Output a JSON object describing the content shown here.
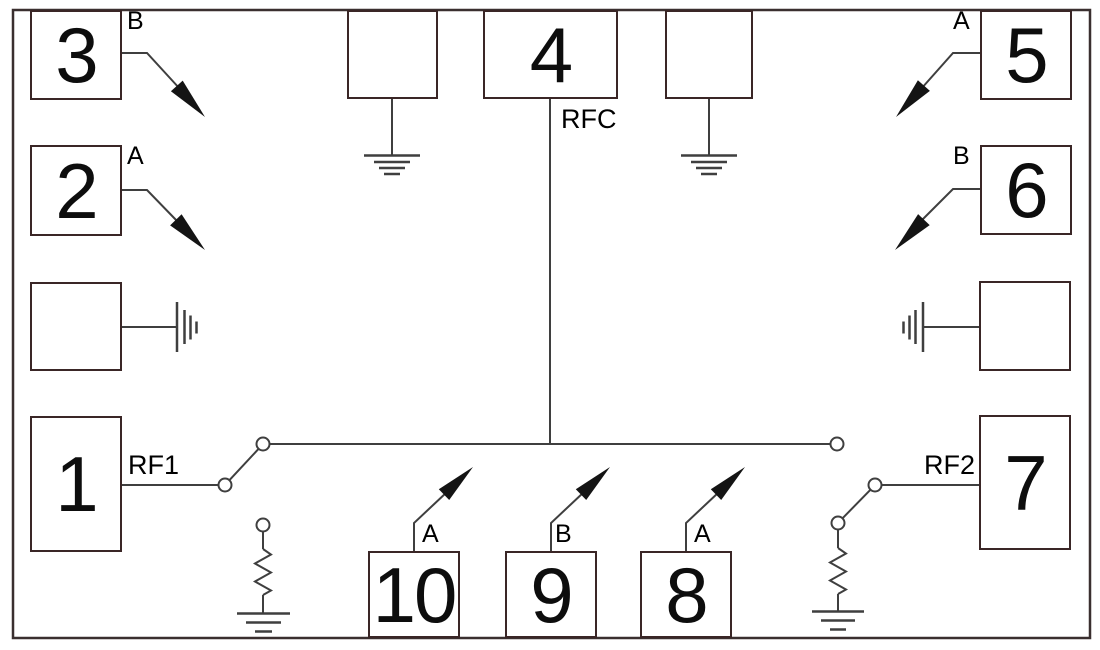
{
  "pins": {
    "1": {
      "number": "1",
      "signal": "RF1"
    },
    "2": {
      "number": "2",
      "signal": "A"
    },
    "3": {
      "number": "3",
      "signal": "B"
    },
    "4": {
      "number": "4",
      "signal": "RFC"
    },
    "5": {
      "number": "5",
      "signal": "A"
    },
    "6": {
      "number": "6",
      "signal": "B"
    },
    "7": {
      "number": "7",
      "signal": "RF2"
    },
    "8": {
      "number": "8",
      "signal": "A"
    },
    "9": {
      "number": "9",
      "signal": "B"
    },
    "10": {
      "number": "10",
      "signal": "A"
    }
  },
  "colors": {
    "wire": "#3f3f3f",
    "box_border": "#3a2626",
    "text": "#000000",
    "background": "#ffffff"
  }
}
